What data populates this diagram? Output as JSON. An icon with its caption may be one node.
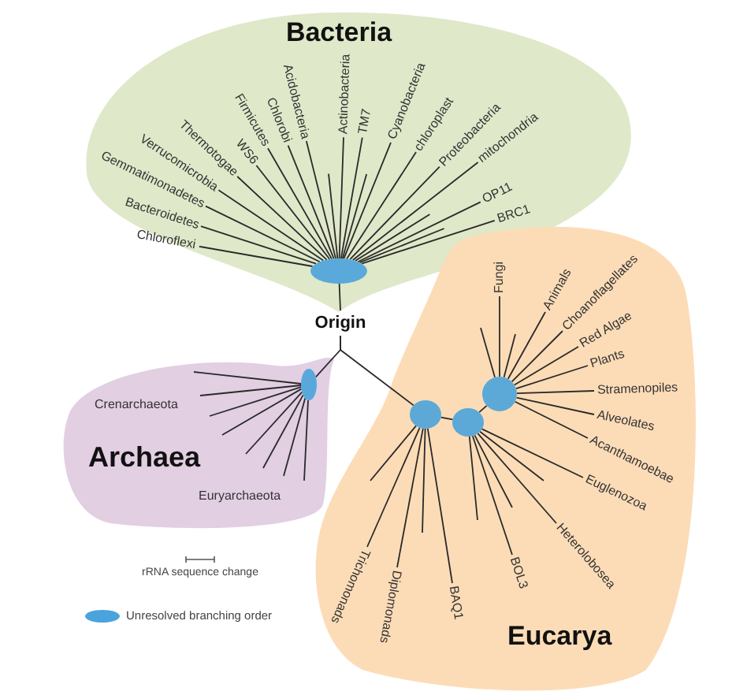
{
  "diagram": {
    "nodes": [
      {
        "text": [
          "Bacteria"
        ]
      },
      {
        "text": [
          "Chloroflexi"
        ],
        "in": 0
      },
      {
        "text": [
          "Bacteroidetes"
        ],
        "in": 0
      },
      {
        "text": [
          "Gemmatimonadetes"
        ],
        "in": 0
      },
      {
        "text": [
          "Verrucomicrobia"
        ],
        "in": 0
      },
      {
        "text": [
          "Thermotogae"
        ],
        "in": 0
      },
      {
        "text": [
          "WS6"
        ],
        "in": 0
      },
      {
        "text": [
          "Firmicutes"
        ],
        "in": 0
      },
      {
        "text": [
          "Chlorobi"
        ],
        "in": 0
      },
      {
        "text": [
          "Acidobacteria"
        ],
        "in": 0
      },
      {
        "text": [
          "Actinobacteria"
        ],
        "in": 0
      },
      {
        "text": [
          "TM7"
        ],
        "in": 0
      },
      {
        "text": [
          "Cyanobacteria"
        ],
        "in": 0
      },
      {
        "text": [
          "chloroplast"
        ],
        "in": 0
      },
      {
        "text": [
          "Proteobacteria"
        ],
        "in": 0
      },
      {
        "text": [
          "mitochondria"
        ],
        "in": 0
      },
      {
        "text": [
          "OP11"
        ],
        "in": 0
      },
      {
        "text": [
          "BRC1"
        ],
        "in": 0
      },
      {
        "text": [],
        "shape": "ellipse",
        "in": 0
      },
      {
        "text": [
          "Origin"
        ]
      },
      {
        "text": [
          "Crenarchaeota",
          "Archaea",
          "Euryarchaeota"
        ]
      },
      {
        "text": [],
        "shape": "ellipse",
        "in": 20
      },
      {
        "text": [
          "Eucarya"
        ]
      },
      {
        "text": [],
        "shape": "ellipse",
        "in": 22
      },
      {
        "text": [],
        "shape": "ellipse",
        "in": 22
      },
      {
        "text": [],
        "shape": "ellipse",
        "in": 22
      },
      {
        "text": [
          "Fungi"
        ],
        "in": 22
      },
      {
        "text": [
          "Animals"
        ],
        "in": 22
      },
      {
        "text": [
          "Choanoflagellates"
        ],
        "in": 22
      },
      {
        "text": [
          "Red Algae"
        ],
        "in": 22
      },
      {
        "text": [
          "Plants"
        ],
        "in": 22
      },
      {
        "text": [
          "Stramenopiles"
        ],
        "in": 22
      },
      {
        "text": [
          "Alveolates"
        ],
        "in": 22
      },
      {
        "text": [
          "Acanthamoebae"
        ],
        "in": 22
      },
      {
        "text": [
          "Euglenozoa"
        ],
        "in": 22
      },
      {
        "text": [
          "Heterolobosea"
        ],
        "in": 22
      },
      {
        "text": [
          "BOL3"
        ],
        "in": 22
      },
      {
        "text": [
          "BAQ1"
        ],
        "in": 22
      },
      {
        "text": [
          "Diplomonads"
        ],
        "in": 22
      },
      {
        "text": [
          "Trichomonads"
        ],
        "in": 22
      }
    ],
    "edges": [
      {
        "from": 19,
        "to": 18,
        "arrow": "none"
      },
      {
        "from": 19,
        "to": 21,
        "arrow": "none"
      },
      {
        "from": 19,
        "to": 23,
        "arrow": "none"
      },
      {
        "from": 23,
        "to": 24,
        "arrow": "none"
      },
      {
        "from": 24,
        "to": 25,
        "arrow": "none"
      },
      {
        "from": 18,
        "to": 1,
        "arrow": "none"
      },
      {
        "from": 18,
        "to": 2,
        "arrow": "none"
      },
      {
        "from": 18,
        "to": 3,
        "arrow": "none"
      },
      {
        "from": 18,
        "to": 4,
        "arrow": "none"
      },
      {
        "from": 18,
        "to": 5,
        "arrow": "none"
      },
      {
        "from": 18,
        "to": 6,
        "arrow": "none"
      },
      {
        "from": 18,
        "to": 7,
        "arrow": "none"
      },
      {
        "from": 18,
        "to": 8,
        "arrow": "none"
      },
      {
        "from": 18,
        "to": 9,
        "arrow": "none"
      },
      {
        "from": 18,
        "to": null,
        "arrow": "none"
      },
      {
        "from": 18,
        "to": 10,
        "arrow": "none"
      },
      {
        "from": 18,
        "to": 11,
        "arrow": "none"
      },
      {
        "from": 18,
        "to": null,
        "arrow": "none"
      },
      {
        "from": 18,
        "to": 12,
        "arrow": "none"
      },
      {
        "from": 18,
        "to": 13,
        "arrow": "none"
      },
      {
        "from": 18,
        "to": 14,
        "arrow": "none"
      },
      {
        "from": 18,
        "to": 15,
        "arrow": "none"
      },
      {
        "from": 18,
        "to": null,
        "arrow": "none"
      },
      {
        "from": 18,
        "to": 16,
        "arrow": "none"
      },
      {
        "from": 18,
        "to": null,
        "arrow": "none"
      },
      {
        "from": 18,
        "to": 17,
        "arrow": "none"
      },
      {
        "from": 21,
        "to": null,
        "arrow": "none"
      },
      {
        "from": 21,
        "to": null,
        "arrow": "none"
      },
      {
        "from": 21,
        "to": null,
        "arrow": "none"
      },
      {
        "from": 21,
        "to": null,
        "arrow": "none"
      },
      {
        "from": 21,
        "to": null,
        "arrow": "none"
      },
      {
        "from": 21,
        "to": null,
        "arrow": "none"
      },
      {
        "from": 21,
        "to": null,
        "arrow": "none"
      },
      {
        "from": 21,
        "to": null,
        "arrow": "none"
      },
      {
        "from": 25,
        "to": null,
        "arrow": "none"
      },
      {
        "from": 25,
        "to": 26,
        "arrow": "none"
      },
      {
        "from": 25,
        "to": null,
        "arrow": "none"
      },
      {
        "from": 25,
        "to": 27,
        "arrow": "none"
      },
      {
        "from": 25,
        "to": 28,
        "arrow": "none"
      },
      {
        "from": 25,
        "to": 29,
        "arrow": "none"
      },
      {
        "from": 25,
        "to": 30,
        "arrow": "none"
      },
      {
        "from": 25,
        "to": 31,
        "arrow": "none"
      },
      {
        "from": 25,
        "to": 32,
        "arrow": "none"
      },
      {
        "from": 25,
        "to": 33,
        "arrow": "none"
      },
      {
        "from": 24,
        "to": 34,
        "arrow": "none"
      },
      {
        "from": 24,
        "to": null,
        "arrow": "none"
      },
      {
        "from": 24,
        "to": 35,
        "arrow": "none"
      },
      {
        "from": 24,
        "to": null,
        "arrow": "none"
      },
      {
        "from": 24,
        "to": 36,
        "arrow": "none"
      },
      {
        "from": 24,
        "to": null,
        "arrow": "none"
      },
      {
        "from": 23,
        "to": 37,
        "arrow": "none"
      },
      {
        "from": 23,
        "to": null,
        "arrow": "none"
      },
      {
        "from": 23,
        "to": 38,
        "arrow": "none"
      },
      {
        "from": 23,
        "to": 39,
        "arrow": "none"
      },
      {
        "from": 23,
        "to": null,
        "arrow": "none"
      }
    ],
    "labels": [
      "rRNA sequence change"
    ],
    "legend": [
      {
        "text": "Unresolved branching order",
        "color": "#4aa3dc"
      }
    ]
  }
}
